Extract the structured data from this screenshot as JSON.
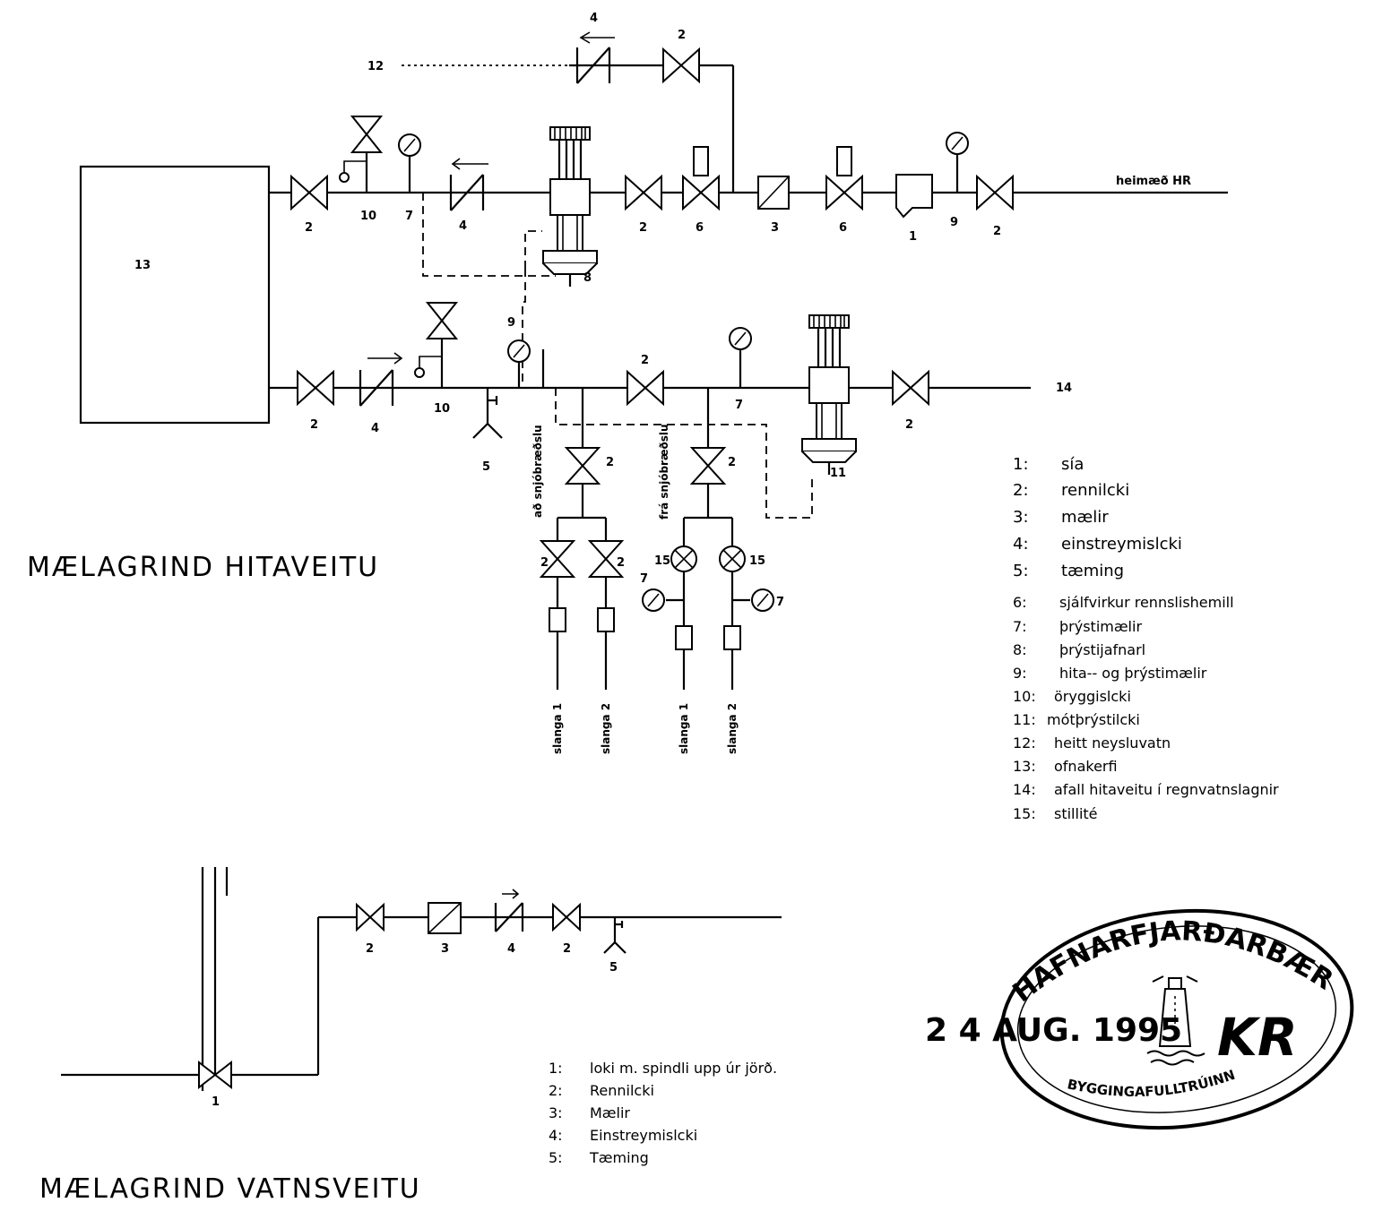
{
  "hitaveita": {
    "title": "MÆLAGRIND HITAVEITU",
    "inlet_label": "heimæð HR",
    "tag_13": "13",
    "tag_12": "12",
    "tag_14": "14",
    "branch_to_snow": "að snjóbræðslu",
    "branch_from_snow": "frá snjóbræðslu",
    "hose_1": "slanga 1",
    "hose_2": "slanga 2",
    "tags": {
      "t1": "1",
      "t2": "2",
      "t3": "3",
      "t4": "4",
      "t5": "5",
      "t6": "6",
      "t7": "7",
      "t8": "8",
      "t9": "9",
      "t10": "10",
      "t11": "11",
      "t15": "15"
    },
    "legend": [
      {
        "num": "1:",
        "text": "sía"
      },
      {
        "num": "2:",
        "text": "rennilcki"
      },
      {
        "num": "3:",
        "text": "mælir"
      },
      {
        "num": "4:",
        "text": "einstreymislcki"
      },
      {
        "num": "5:",
        "text": "tæming"
      },
      {
        "num": "6:",
        "text": "sjálfvirkur rennslishemill"
      },
      {
        "num": "7:",
        "text": "þrýstimælir"
      },
      {
        "num": "8:",
        "text": "þrýstijafnarl"
      },
      {
        "num": "9:",
        "text": "hita-- og þrýstimælir"
      },
      {
        "num": "10:",
        "text": "öryggislcki"
      },
      {
        "num": "11:",
        "text": "mótþrýstilcki"
      },
      {
        "num": "12:",
        "text": "heitt neysluvatn"
      },
      {
        "num": "13:",
        "text": "ofnakerfi"
      },
      {
        "num": "14:",
        "text": "afall hitaveitu í regnvatnslagnir"
      },
      {
        "num": "15:",
        "text": "stillité"
      }
    ]
  },
  "vatnsveita": {
    "title": "MÆLAGRIND VATNSVEITU",
    "tags": {
      "t1": "1",
      "t2": "2",
      "t3": "3",
      "t4": "4",
      "t5": "5"
    },
    "legend": [
      {
        "num": "1:",
        "text": "loki m. spindli upp úr jörð."
      },
      {
        "num": "2:",
        "text": "Rennilcki"
      },
      {
        "num": "3:",
        "text": "Mælir"
      },
      {
        "num": "4:",
        "text": "Einstreymislcki"
      },
      {
        "num": "5:",
        "text": "Tæming"
      }
    ]
  },
  "stamp": {
    "date": "2 4 AUG. 1995",
    "top_text": "HAFNARFJARÐARBÆR",
    "bottom_text": "BYGGINGAFULLTRÚINN",
    "signature": "ΚR"
  }
}
